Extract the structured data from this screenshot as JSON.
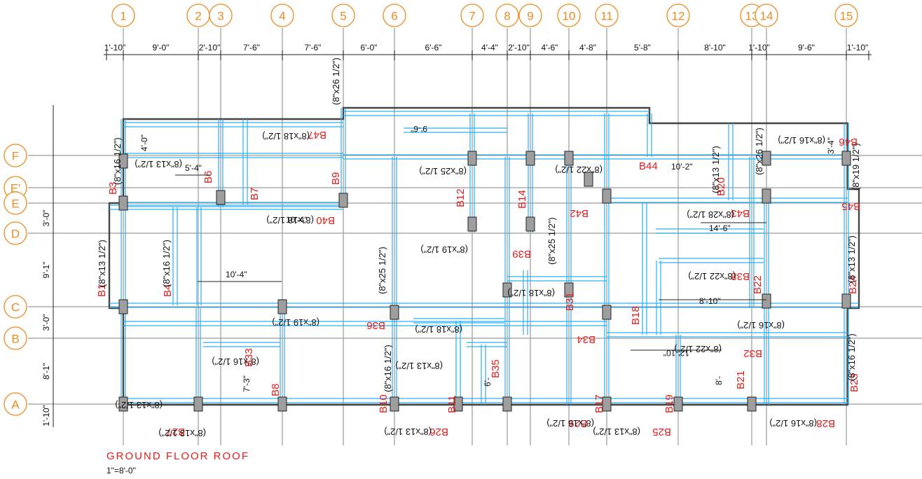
{
  "drawing": {
    "title": "GROUND FLOOR ROOF",
    "scale": "1\"=8'-0\""
  },
  "colors": {
    "grid_bubble": "#f08a1e",
    "beam_outline": "#2ab0ef",
    "beam_tag": "#e51a1a",
    "column_fill": "#9e9e9e",
    "grid_line": "#9a9a9a"
  },
  "column_grids": [
    "1",
    "2",
    "3",
    "4",
    "5",
    "6",
    "7",
    "8",
    "9",
    "10",
    "11",
    "12",
    "13",
    "14",
    "15"
  ],
  "row_grids": [
    "F",
    "E'",
    "E",
    "D",
    "C",
    "B",
    "A"
  ],
  "top_dimensions": [
    "1'-10\"",
    "9'-0\"",
    "2'-10\"",
    "7'-6\"",
    "7'-6\"",
    "6'-0\"",
    "6'-6\"",
    "4'-4\"",
    "2'-10\"",
    "4'-6\"",
    "4'-8\"",
    "5'-8\"",
    "8'-10\"",
    "1'-10\"",
    "9'-6\"",
    "1'-10\""
  ],
  "left_dimensions": [
    "3'-0\"",
    "9'-1\"",
    "3'-0\"",
    "8'-1\"",
    "1'-10\""
  ],
  "inner_dimensions": [
    "4'-0\"",
    "5'-4\"",
    "10'-4\"",
    "10'-4\"",
    "9'-6\"",
    "10'-2\"",
    "14'-6\"",
    "8'-10\"",
    "12'-10\"",
    "7'-3\"",
    "6'-",
    "8'-",
    "3'-4\""
  ],
  "beam_tags": [
    "B1",
    "B3",
    "B4",
    "B6",
    "B7",
    "B8",
    "B9",
    "B10",
    "B11",
    "B12",
    "B14",
    "B17",
    "B18",
    "B19",
    "B20",
    "B21",
    "B22",
    "B23",
    "B24",
    "B25",
    "B26",
    "B27",
    "B28",
    "B29",
    "B31",
    "B32",
    "B33",
    "B34",
    "B35",
    "B36",
    "B38",
    "B39",
    "B40",
    "B42",
    "B43",
    "B44",
    "B45",
    "B46",
    "B47"
  ],
  "beam_sizes": [
    "(8\"x13 1/2\")",
    "(8\"x16 1/2\")",
    "(8\"x18 1/2\")",
    "(8\"x19 1/2\")",
    "(8\"x22 1/2\")",
    "(8\"x25 1/2\")",
    "(8\"x26 1/2\")",
    "(8\"x28 1/2\")"
  ]
}
